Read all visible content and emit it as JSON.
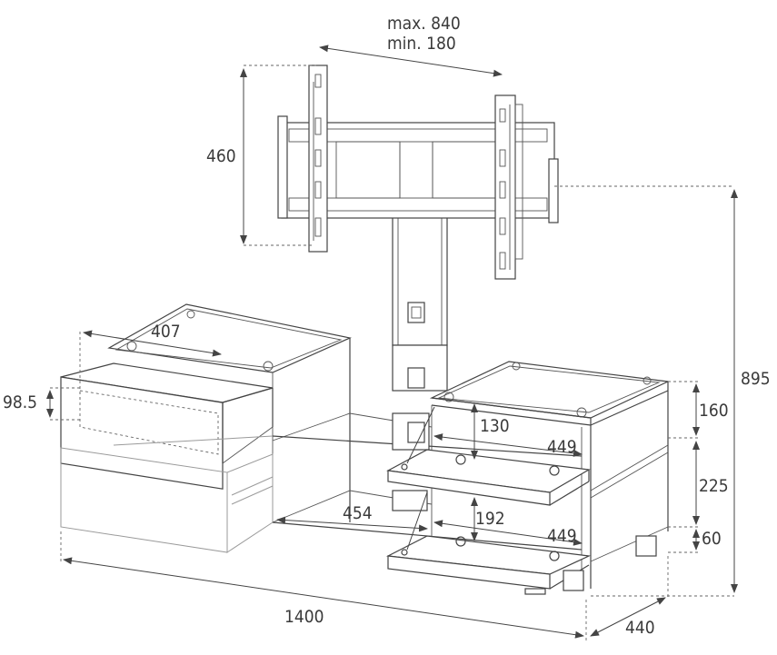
{
  "dimensions": {
    "bracket_span_max": "max. 840",
    "bracket_span_min": "min. 180",
    "bracket_height": "460",
    "total_height": "895",
    "drawer_depth": "407",
    "drawer_front_height": "98.5",
    "upper_compartment_height": "160",
    "middle_compartment_height": "225",
    "foot_height": "60",
    "upper_shelf_clearance": "130",
    "lower_shelf_clearance": "192",
    "upper_shelf_width": "449",
    "lower_shelf_width": "449",
    "center_opening_width": "454",
    "total_width": "1400",
    "total_depth": "440"
  },
  "colors": {
    "line": "#444444",
    "dimension_text": "#3a3a3a",
    "ghost_drawer": "#9a9a9a"
  }
}
